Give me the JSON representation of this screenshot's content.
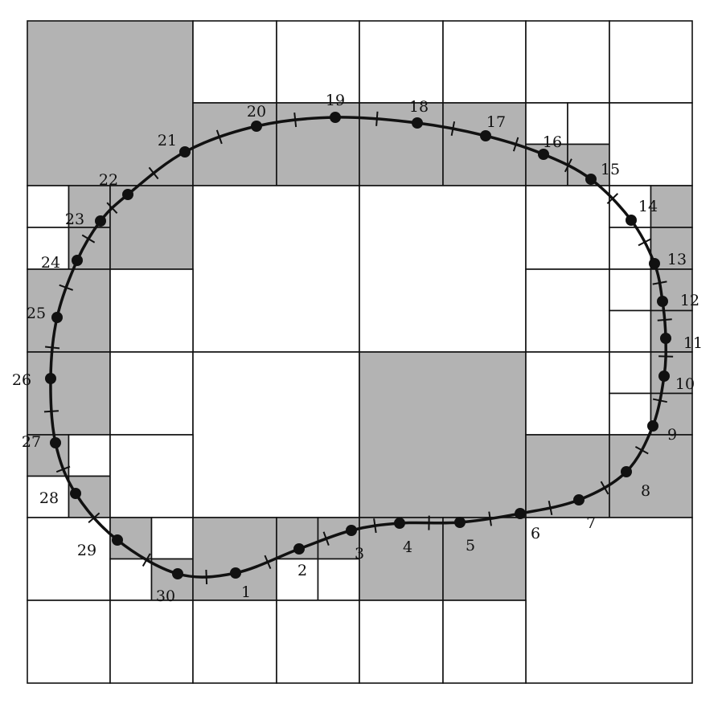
{
  "diagram": {
    "colors": {
      "shaded": "#b3b3b3",
      "empty": "#ffffff",
      "line": "#111111"
    },
    "points": [
      {
        "label": "1"
      },
      {
        "label": "2"
      },
      {
        "label": "3"
      },
      {
        "label": "4"
      },
      {
        "label": "5"
      },
      {
        "label": "6"
      },
      {
        "label": "7"
      },
      {
        "label": "8"
      },
      {
        "label": "9"
      },
      {
        "label": "10"
      },
      {
        "label": "11"
      },
      {
        "label": "12"
      },
      {
        "label": "13"
      },
      {
        "label": "14"
      },
      {
        "label": "15"
      },
      {
        "label": "16"
      },
      {
        "label": "17"
      },
      {
        "label": "18"
      },
      {
        "label": "19"
      },
      {
        "label": "20"
      },
      {
        "label": "21"
      },
      {
        "label": "22"
      },
      {
        "label": "23"
      },
      {
        "label": "24"
      },
      {
        "label": "25"
      },
      {
        "label": "26"
      },
      {
        "label": "27"
      },
      {
        "label": "28"
      },
      {
        "label": "29"
      },
      {
        "label": "30"
      }
    ]
  }
}
